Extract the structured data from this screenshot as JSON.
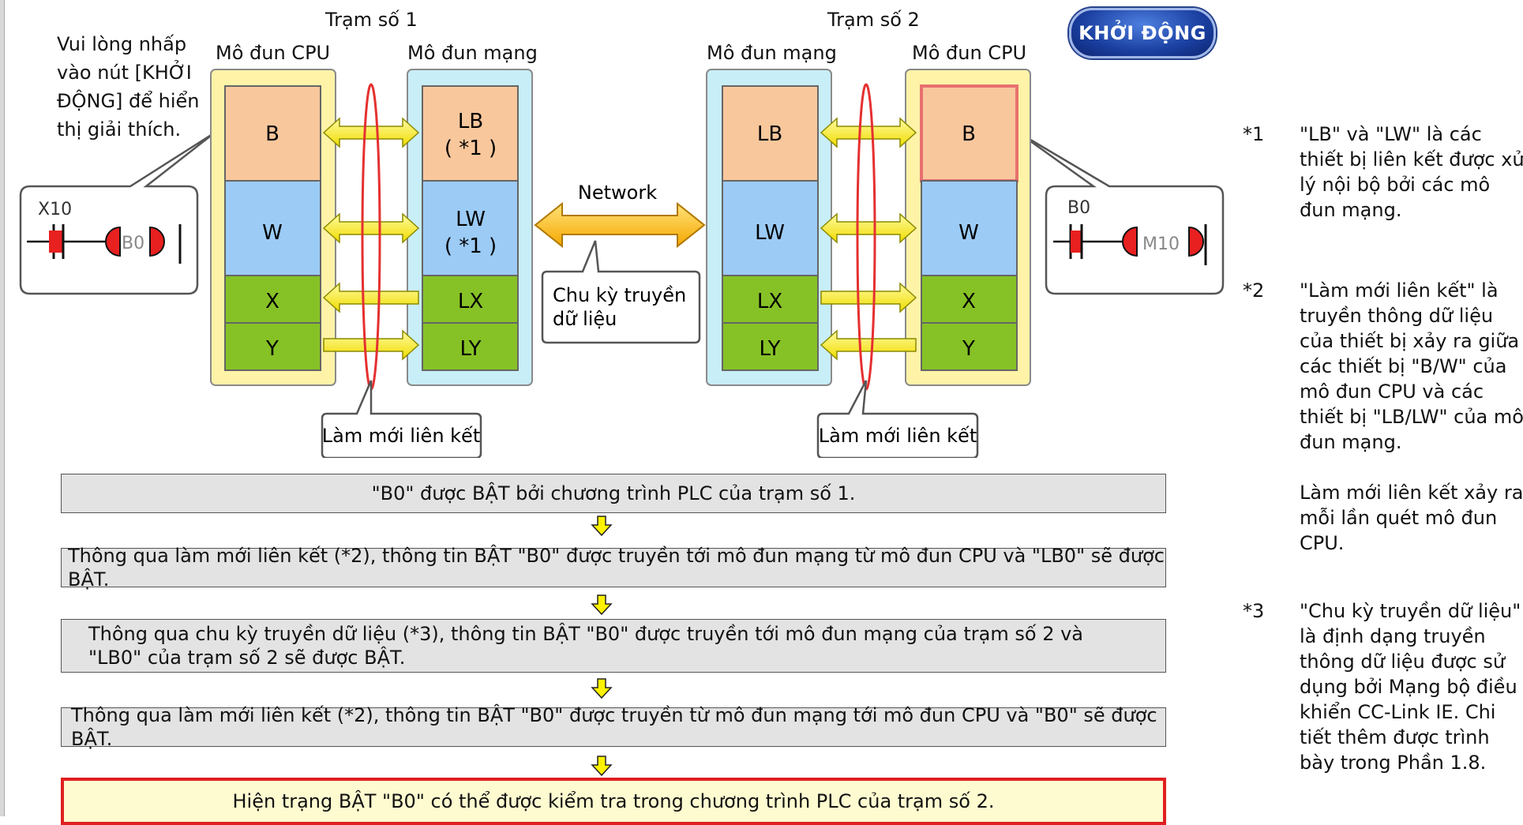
{
  "station1": {
    "title": "Trạm số 1",
    "cpu_label": "Mô đun CPU",
    "net_label": "Mô đun mạng"
  },
  "station2": {
    "title": "Trạm số 2",
    "cpu_label": "Mô đun CPU",
    "net_label": "Mô đun mạng"
  },
  "start_button": "KHỞI ĐỘNG",
  "hint": "Vui lòng nhấp vào nút [KHỞI ĐỘNG] để hiển thị giải thích.",
  "cpu_blocks": [
    "B",
    "W",
    "X",
    "Y"
  ],
  "net1_blocks": [
    "LB",
    "( *1 )",
    "LW",
    "( *1 )",
    "LX",
    "LY"
  ],
  "net2_blocks": [
    "LB",
    "LW",
    "LX",
    "LY"
  ],
  "cpu2_blocks": [
    "B",
    "W",
    "X",
    "Y"
  ],
  "network_label": "Network",
  "cycle_label_line1": "Chu kỳ truyền",
  "cycle_label_line2": "dữ liệu",
  "refresh_label": "Làm mới liên kết",
  "ladder1": {
    "input": "X10",
    "output": "B0"
  },
  "ladder2": {
    "input": "B0",
    "output": "M10"
  },
  "colors": {
    "cpu_frame": "#fff3a8",
    "net_frame": "#c8eef8",
    "b_block": "#f9c79c",
    "w_block": "#9ccbf6",
    "xy_block": "#86c226",
    "arrow": "#f5e400",
    "network_arrow": "#ffc000",
    "refresh_ring": "#e53030",
    "final_border": "#e02020"
  },
  "steps": [
    "\"B0\" được BẬT bởi chương trình PLC của trạm số 1.",
    "Thông qua làm mới liên kết (*2), thông tin BẬT \"B0\" được truyền tới mô đun mạng từ mô đun CPU và \"LB0\" sẽ được BẬT.",
    "Thông qua chu kỳ truyền dữ liệu (*3), thông tin BẬT \"B0\" được truyền tới mô đun mạng của trạm số 2 và \"LB0\" của trạm số 2 sẽ được BẬT.",
    "Thông qua làm mới liên kết (*2), thông tin BẬT \"B0\" được truyền từ mô đun mạng tới mô đun CPU và \"B0\" sẽ được BẬT.",
    "Hiện trạng BẬT \"B0\" có thể được kiểm tra trong chương trình PLC của trạm số 2."
  ],
  "notes": [
    {
      "mark": "*1",
      "text": "\"LB\" và \"LW\" là các thiết bị liên kết được xử lý nội bộ bởi các mô đun mạng."
    },
    {
      "mark": "*2",
      "text": "\"Làm mới liên kết\" là truyền thông dữ liệu của thiết bị xảy ra giữa các thiết bị \"B/W\" của mô đun CPU và các thiết bị \"LB/LW\" của mô đun mạng."
    },
    {
      "mark": "",
      "text": "Làm mới liên kết xảy ra mỗi lần quét mô đun CPU."
    },
    {
      "mark": "*3",
      "text": "\"Chu kỳ truyền dữ liệu\" là định dạng truyền thông dữ liệu được sử dụng bởi Mạng bộ điều khiển CC-Link IE. Chi tiết thêm được trình bày trong Phần 1.8."
    }
  ]
}
